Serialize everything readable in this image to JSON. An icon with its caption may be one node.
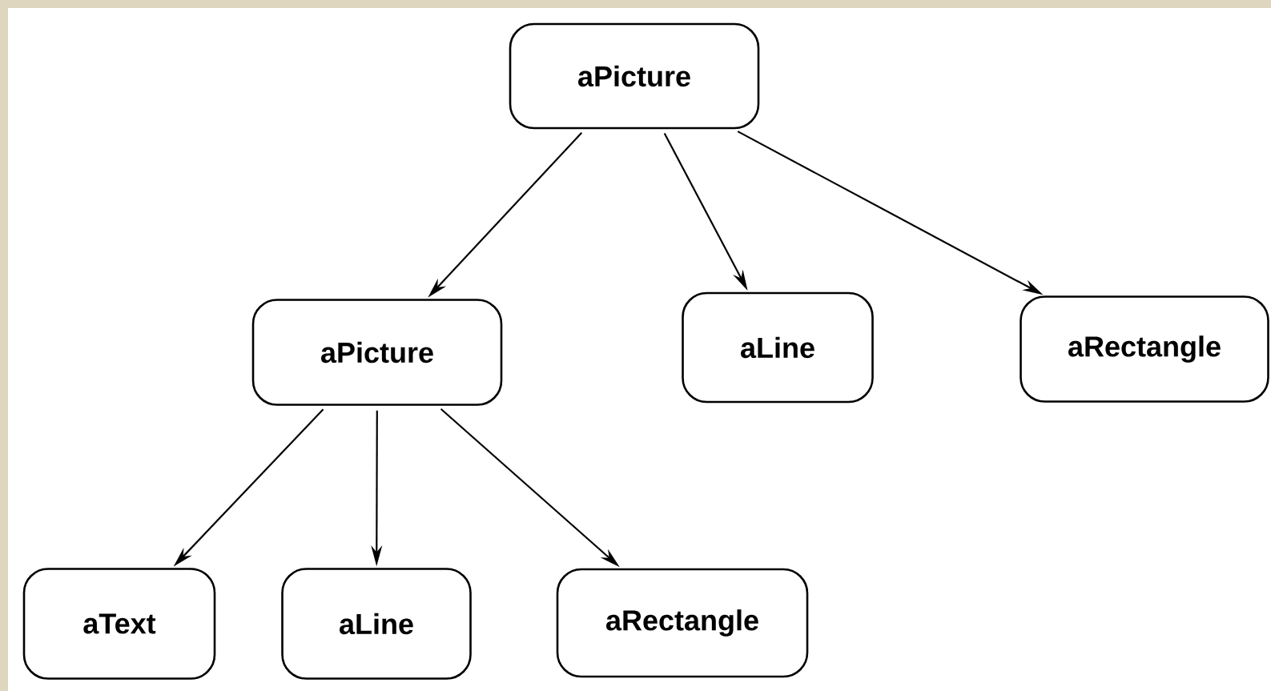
{
  "diagram": {
    "nodes": [
      {
        "text": [
          "aPicture"
        ]
      },
      {
        "text": [
          "aPicture"
        ]
      },
      {
        "text": [
          "aLine"
        ]
      },
      {
        "text": [
          "aRectangle"
        ]
      },
      {
        "text": [
          "aText"
        ]
      },
      {
        "text": [
          "aLine"
        ]
      },
      {
        "text": [
          "aRectangle"
        ]
      }
    ],
    "edges": [
      {
        "from": 0,
        "to": 1,
        "arrow": "to"
      },
      {
        "from": 0,
        "to": 2,
        "arrow": "to"
      },
      {
        "from": 0,
        "to": 3,
        "arrow": "to"
      },
      {
        "from": 1,
        "to": 4,
        "arrow": "to"
      },
      {
        "from": 1,
        "to": 5,
        "arrow": "to"
      },
      {
        "from": 1,
        "to": 6,
        "arrow": "to"
      }
    ]
  }
}
